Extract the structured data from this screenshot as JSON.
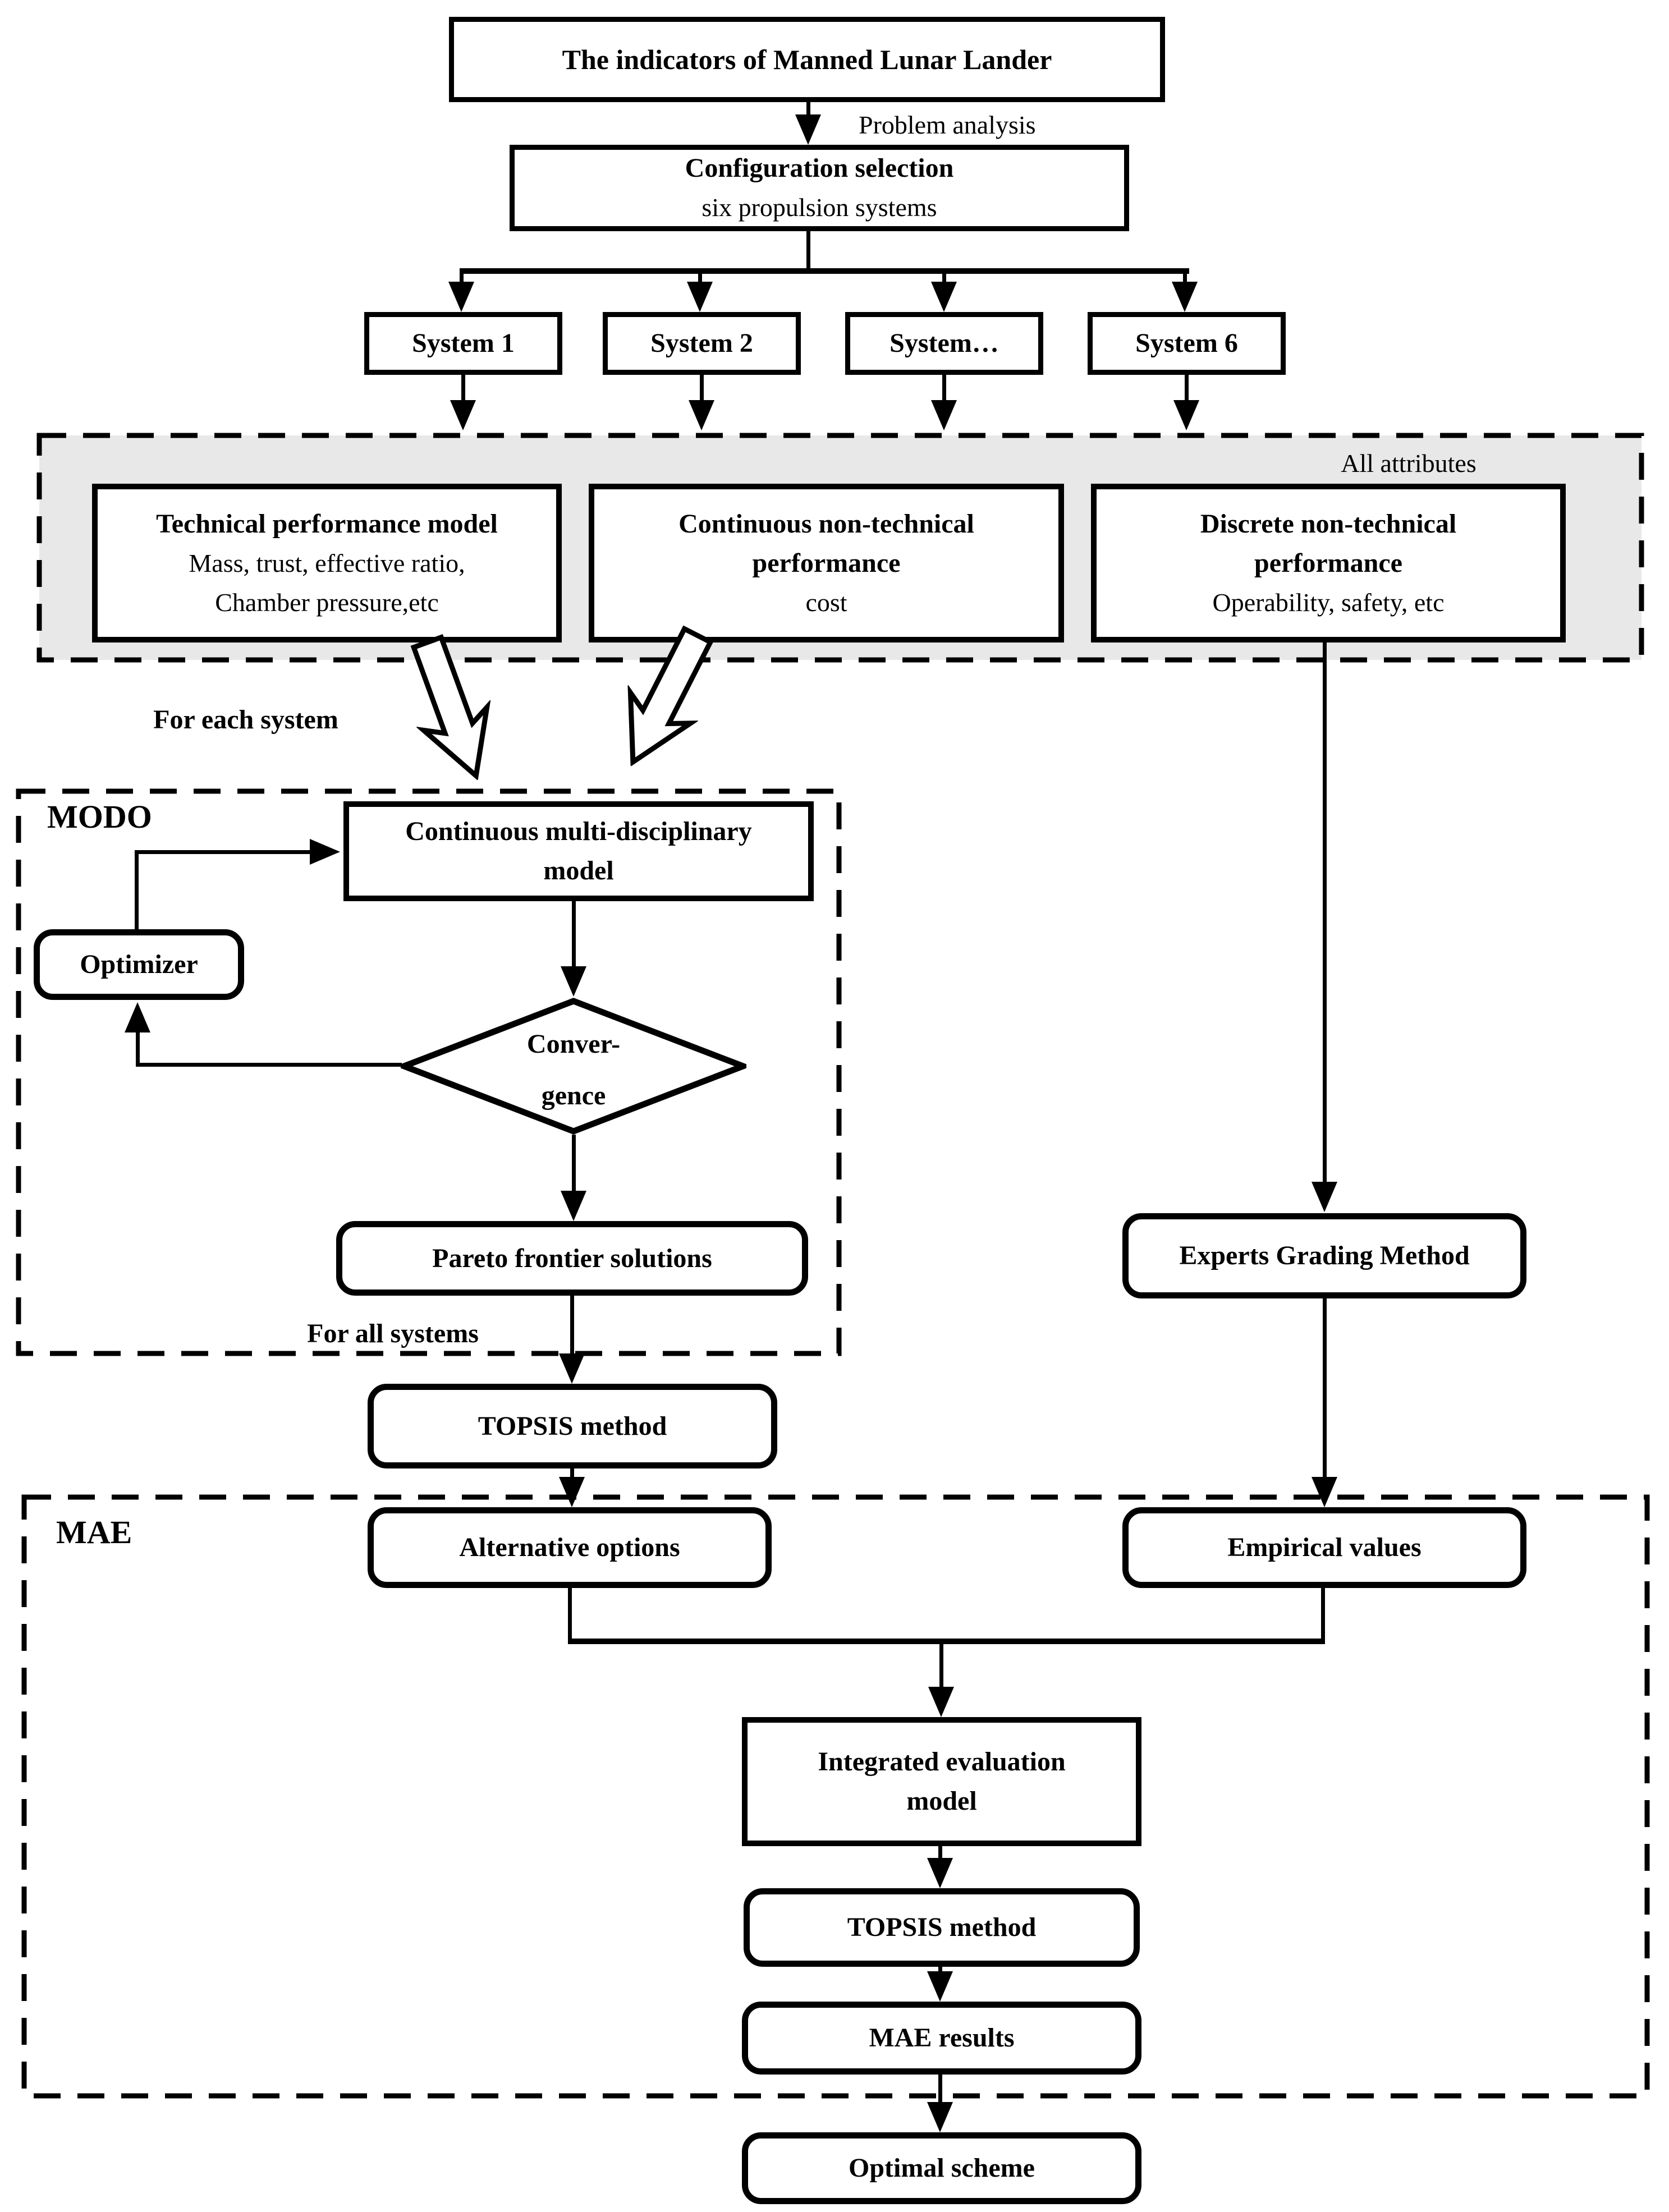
{
  "colors": {
    "background": "#ffffff",
    "line": "#000000",
    "attributes_bg": "#e8e8e8"
  },
  "diagram": {
    "title": "The indicators of Manned Lunar Lander",
    "problem_analysis": "Problem analysis",
    "configuration": {
      "line1": "Configuration selection",
      "line2": "six propulsion systems"
    },
    "systems": [
      "System 1",
      "System 2",
      "System…",
      "System 6"
    ],
    "all_attributes": "All attributes",
    "technical": {
      "line1": "Technical performance model",
      "line2": "Mass, trust, effective ratio,",
      "line3": "Chamber pressure,etc"
    },
    "continuous": {
      "line1": "Continuous non-technical",
      "line2": "performance",
      "line3": "cost"
    },
    "discrete": {
      "line1": "Discrete non-technical",
      "line2": "performance",
      "line3": "Operability, safety, etc"
    },
    "for_each_system": "For each system",
    "modo": {
      "label": "MODO",
      "model": {
        "line1": "Continuous multi-disciplinary",
        "line2": "model"
      },
      "optimizer": "Optimizer",
      "convergence": {
        "line1": "Conver-",
        "line2": "gence"
      },
      "pareto": "Pareto frontier solutions",
      "for_all_systems": "For all systems"
    },
    "topsis_method_1": "TOPSIS method",
    "experts_grading": "Experts Grading Method",
    "mae": {
      "label": "MAE",
      "alternative_options": "Alternative options",
      "empirical_values": "Empirical values",
      "integrated": {
        "line1": "Integrated evaluation",
        "line2": "model"
      },
      "topsis_method": "TOPSIS method",
      "results": "MAE results"
    },
    "optimal_scheme": "Optimal scheme"
  }
}
